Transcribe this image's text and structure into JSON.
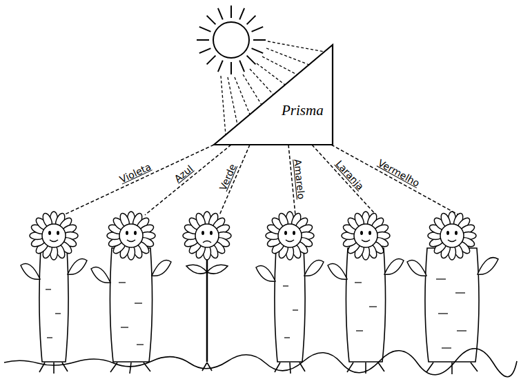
{
  "diagram": {
    "nodes": [
      {
        "text": [
          "Prisma"
        ]
      }
    ],
    "labels": [
      "Violeta",
      "Azul",
      "Verde",
      "Amarelo",
      "Laranja",
      "Vermelho"
    ]
  }
}
